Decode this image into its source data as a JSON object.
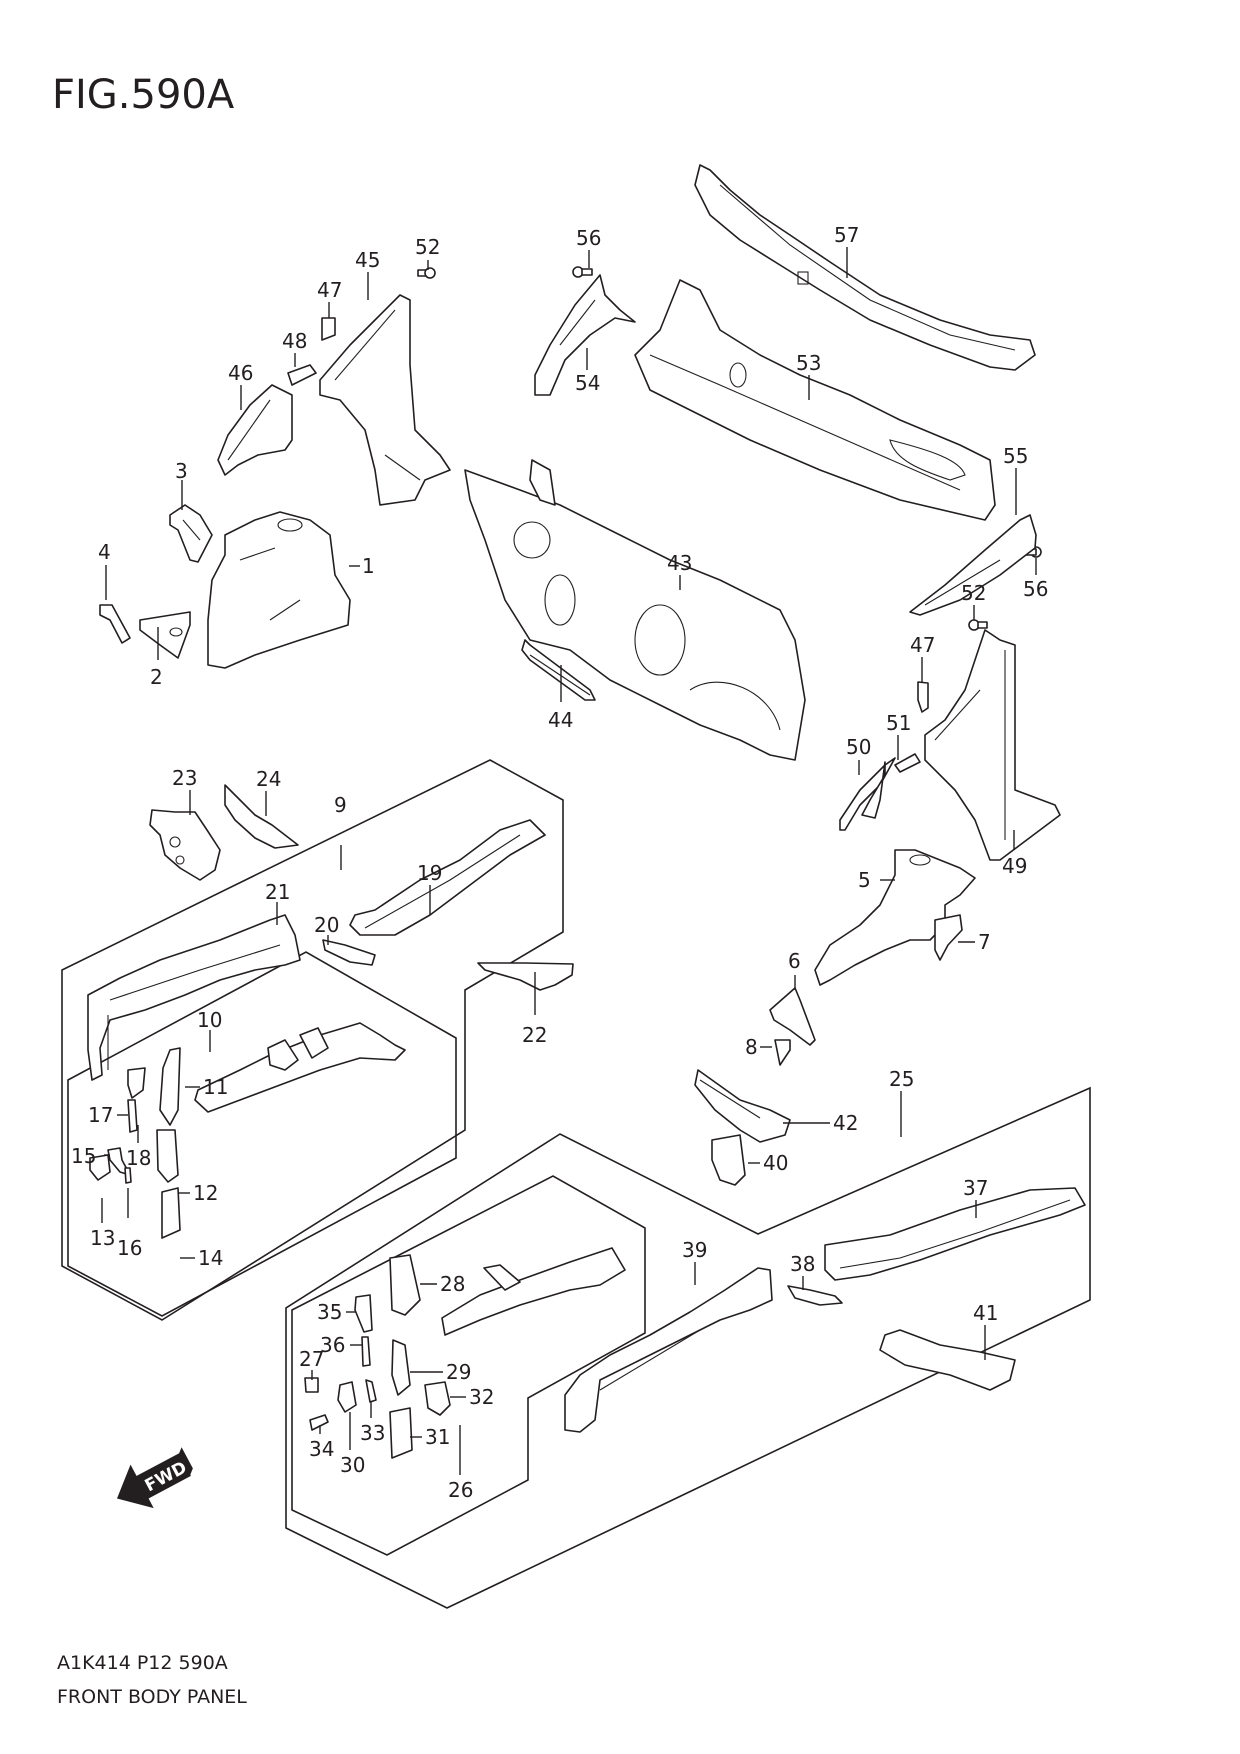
{
  "figure": {
    "title": "FIG.590A",
    "code": "A1K414 P12 590A",
    "name": "FRONT BODY PANEL",
    "direction_indicator": {
      "icon": "fwd-arrow-icon",
      "label": "FWD"
    }
  },
  "callouts": {
    "1": "1",
    "2": "2",
    "3": "3",
    "4": "4",
    "5": "5",
    "6": "6",
    "7": "7",
    "8": "8",
    "9": "9",
    "10": "10",
    "11": "11",
    "12": "12",
    "13": "13",
    "14": "14",
    "15": "15",
    "16": "16",
    "17": "17",
    "18": "18",
    "19": "19",
    "20": "20",
    "21": "21",
    "22": "22",
    "23": "23",
    "24": "24",
    "25": "25",
    "26": "26",
    "27": "27",
    "28": "28",
    "29": "29",
    "30": "30",
    "31": "31",
    "32": "32",
    "33": "33",
    "34": "34",
    "35": "35",
    "36": "36",
    "37": "37",
    "38": "38",
    "39": "39",
    "40": "40",
    "41": "41",
    "42": "42",
    "43": "43",
    "44": "44",
    "45": "45",
    "46": "46",
    "47a": "47",
    "47b": "47",
    "48": "48",
    "49": "49",
    "50": "50",
    "51": "51",
    "52a": "52",
    "52b": "52",
    "53": "53",
    "54": "54",
    "55": "55",
    "56a": "56",
    "56b": "56",
    "57": "57"
  },
  "groups": [
    {
      "id": "9",
      "contains": [
        "10",
        "19",
        "20",
        "21"
      ]
    },
    {
      "id": "10",
      "contains": [
        "11",
        "12",
        "13",
        "14",
        "15",
        "16",
        "17",
        "18"
      ]
    },
    {
      "id": "25",
      "contains": [
        "26",
        "37",
        "38",
        "39",
        "41"
      ]
    },
    {
      "id": "26",
      "contains": [
        "27",
        "28",
        "29",
        "30",
        "31",
        "32",
        "33",
        "34",
        "35",
        "36"
      ]
    }
  ]
}
